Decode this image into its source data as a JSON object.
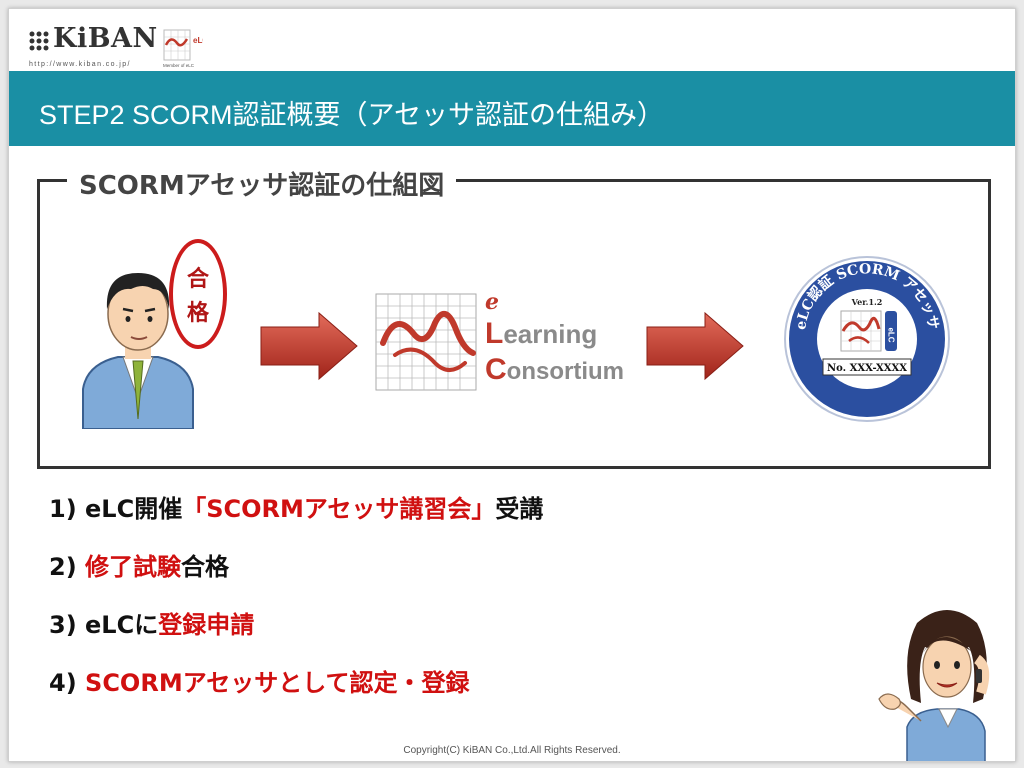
{
  "logo": {
    "name": "KiBAN",
    "url": "http://www.kiban.co.jp/",
    "elc_mark": "eLC",
    "elc_sub": "Member of eLC"
  },
  "header": {
    "title": "STEP2  SCORM認証概要（アセッサ認証の仕組み）"
  },
  "diagram": {
    "title": "SCORMアセッサ認証の仕組図",
    "pass_char1": "合",
    "pass_char2": "格",
    "elc_e": "e",
    "elc_l": "L",
    "elc_learning": "earning",
    "elc_c": "C",
    "elc_consortium": "onsortium",
    "badge_ring": "eLC認証 SCORM アセッサ",
    "badge_ver": "Ver.1.2",
    "badge_elc": "eLC",
    "badge_no": "No. XXX-XXXX"
  },
  "steps": [
    {
      "num": "1) ",
      "pre": "eLC開催",
      "highlight": "「SCORMアセッサ講習会」",
      "post": "受講"
    },
    {
      "num": "2) ",
      "pre": "",
      "highlight": "修了試験",
      "post": "合格"
    },
    {
      "num": "3) ",
      "pre": "eLCに",
      "highlight": "登録申請",
      "post": ""
    },
    {
      "num": "4) ",
      "pre": "",
      "highlight": "SCORMアセッサとして認定・登録",
      "post": ""
    }
  ],
  "footer": {
    "copyright": "Copyright(C)  KiBAN Co.,Ltd.All Rights Reserved."
  },
  "colors": {
    "header_bar": "#1a8fa4",
    "highlight_red": "#d01010",
    "arrow_red": "#c0392b",
    "badge_blue": "#2b4fa0"
  }
}
